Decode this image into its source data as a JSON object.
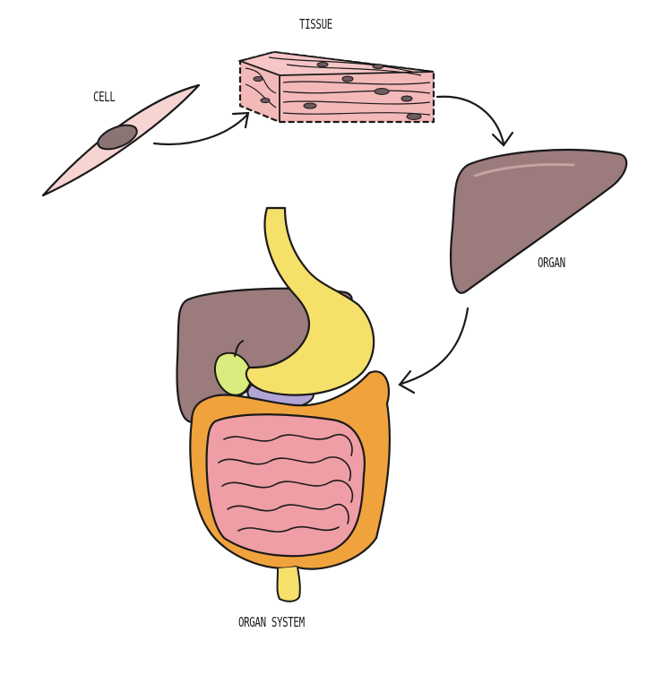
{
  "labels": {
    "tissue": "TISSUE",
    "cell": "CELL",
    "organ": "ORGAN",
    "organ_system": "ORGAN SYSTEM"
  },
  "colors": {
    "cell_fill": "#f6d4d2",
    "nucleus": "#8c7474",
    "tissue_fill": "#f3b8b8",
    "liver": "#9b7b7b",
    "stomach": "#f5e06a",
    "large_intestine": "#f0a23c",
    "small_intestine": "#ef9ea6",
    "gallbladder": "#d9ec7d",
    "pancreas": "#b3a4d6",
    "outline": "#1a1a1a"
  }
}
